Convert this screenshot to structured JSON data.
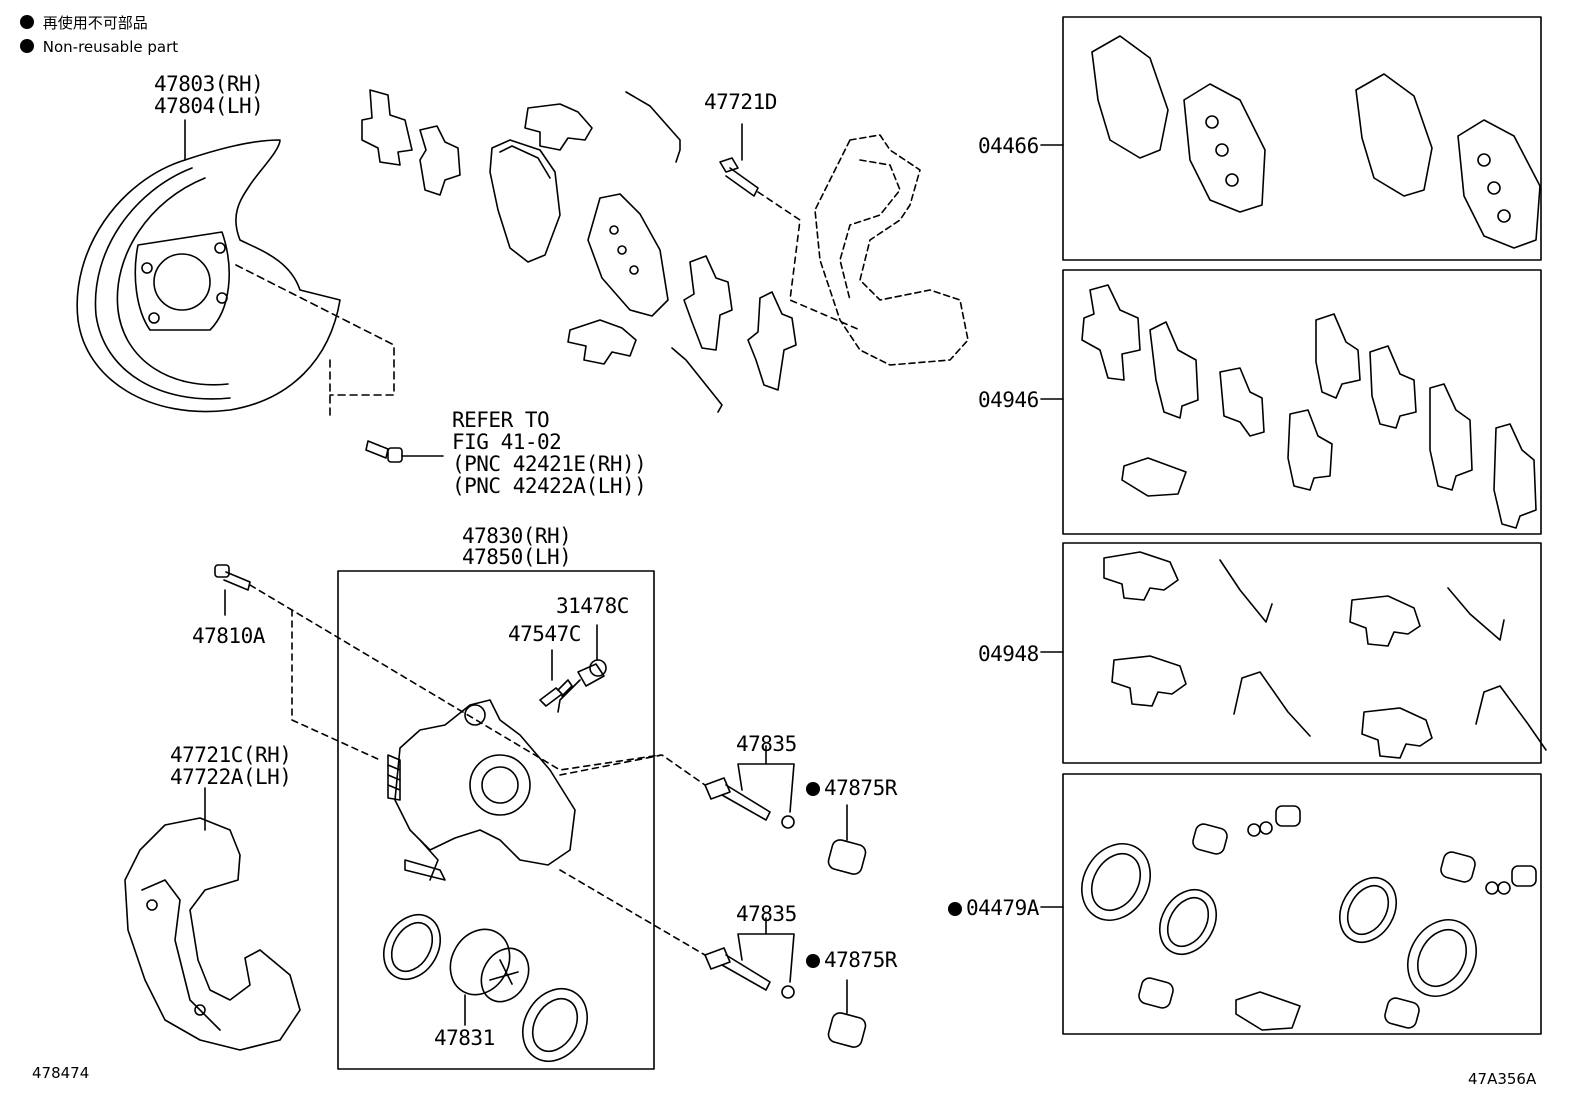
{
  "legend": {
    "jp": "再使用不可部品",
    "en": "Non-reusable part"
  },
  "parts": {
    "p47803": "47803(RH)",
    "p47804": "47804(LH)",
    "p47721D": "47721D",
    "refer_line1": "REFER TO",
    "refer_line2": "FIG 41-02",
    "refer_line3": "(PNC 42421E(RH))",
    "refer_line4": "(PNC 42422A(LH))",
    "p47830": "47830(RH)",
    "p47850": "47850(LH)",
    "p31478C": "31478C",
    "p47547C": "47547C",
    "p47810A": "47810A",
    "p47721C": "47721C(RH)",
    "p47722A": "47722A(LH)",
    "p47835a": "47835",
    "p47875Ra": "47875R",
    "p47835b": "47835",
    "p47875Rb": "47875R",
    "p47831": "47831",
    "k04466": "04466",
    "k04946": "04946",
    "k04948": "04948",
    "k04479A": "04479A"
  },
  "footer": {
    "left_code": "478474",
    "right_code": "47A356A"
  }
}
